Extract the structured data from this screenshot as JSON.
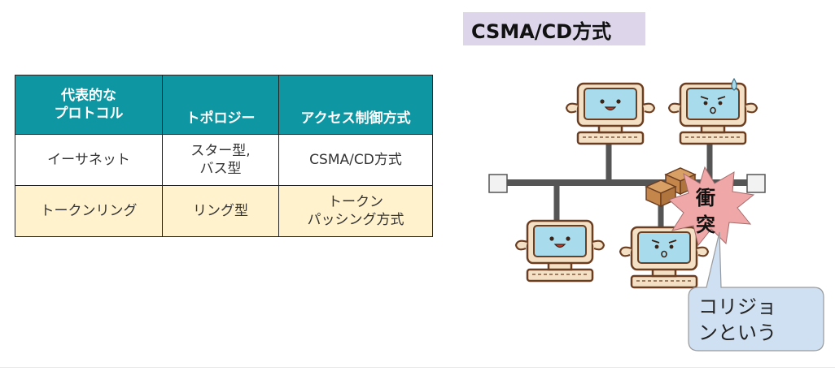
{
  "table": {
    "headers": [
      "代表的な\nプロトコル",
      "トポロジー",
      "アクセス制御方式"
    ],
    "rows": [
      [
        "イーサネット",
        "スター型,\nバス型",
        "CSMA/CD方式"
      ],
      [
        "トークンリング",
        "リング型",
        "トークン\nパッシング方式"
      ]
    ]
  },
  "diagram": {
    "title": "CSMA/CD方式",
    "collision_label": "衝\n突",
    "callout": "コリジョ\nンという"
  },
  "colors": {
    "header_bg": "#0e97a3",
    "row_alt_bg": "#fff2cc",
    "title_bg": "#ddd6ea",
    "collision_burst": "#efa7a7",
    "callout_bg": "#cfe0f3",
    "monitor_body": "#f4e0c4",
    "screen": "#a8dcec",
    "bus_line": "#555555"
  }
}
